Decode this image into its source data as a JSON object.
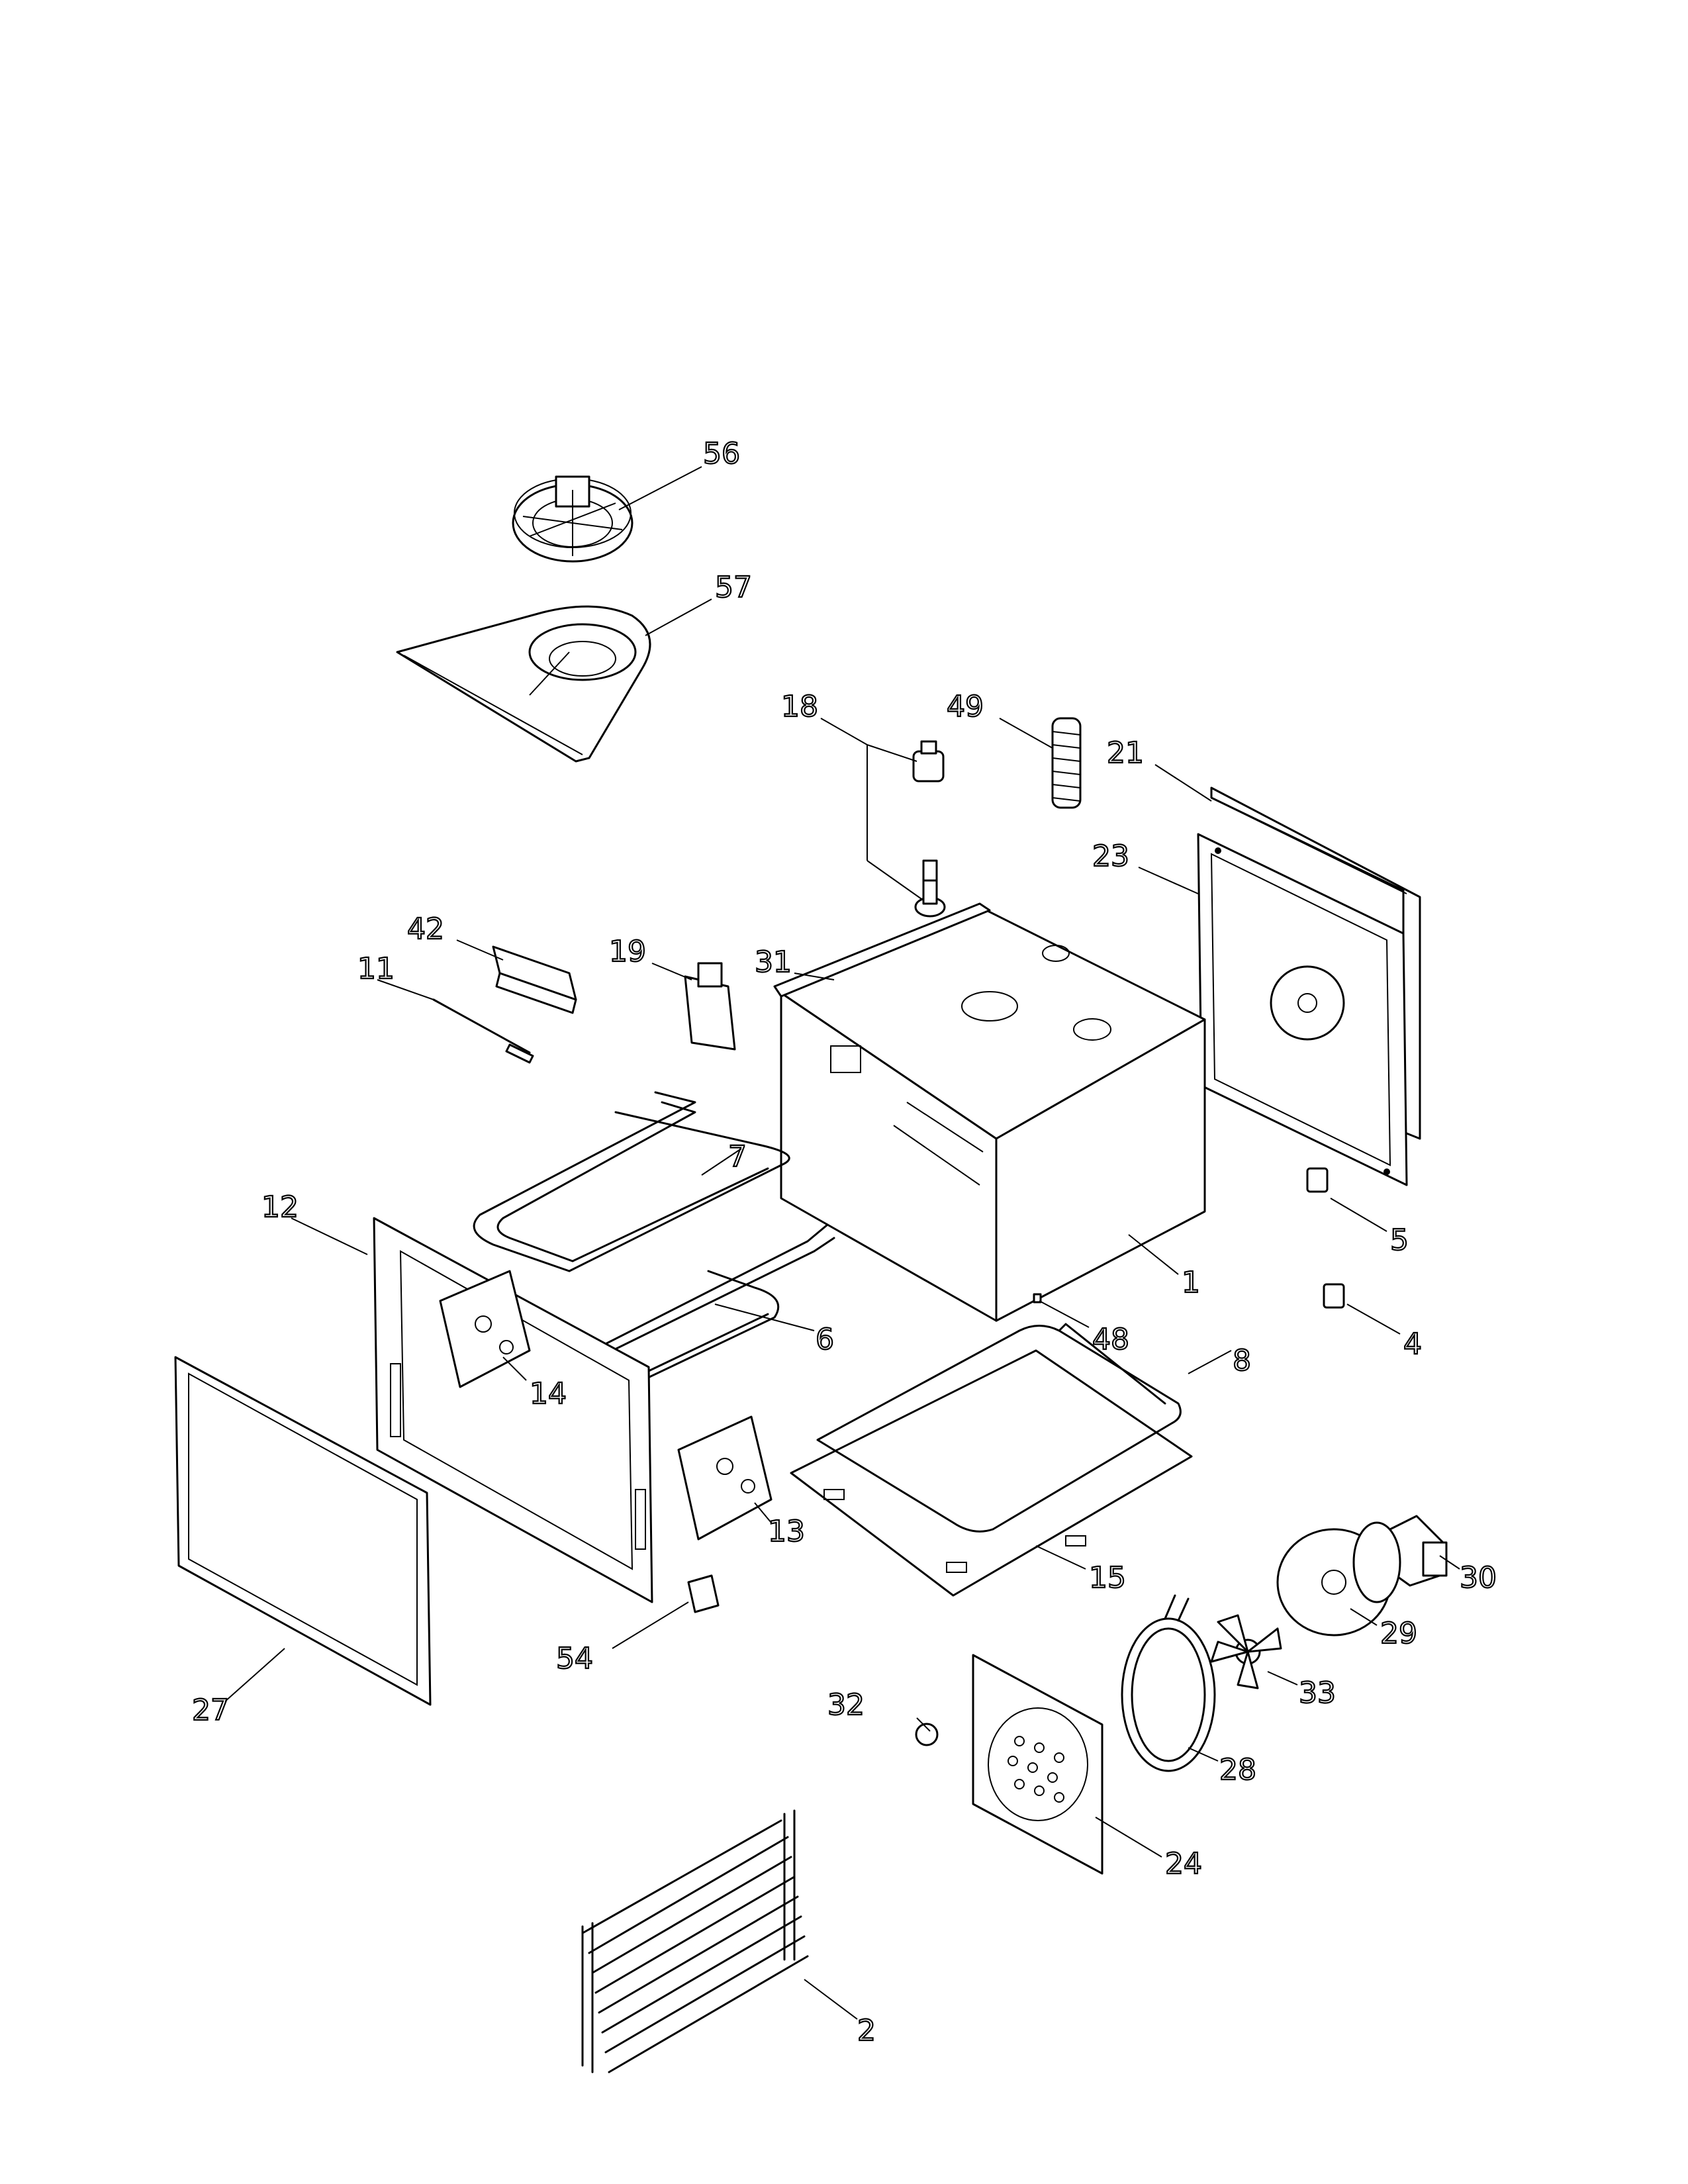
{
  "callouts": [
    "56",
    "57",
    "18",
    "49",
    "21",
    "23",
    "42",
    "19",
    "31",
    "11",
    "7",
    "12",
    "5",
    "1",
    "6",
    "48",
    "4",
    "14",
    "8",
    "13",
    "15",
    "30",
    "29",
    "54",
    "33",
    "27",
    "32",
    "28",
    "24",
    "2"
  ]
}
